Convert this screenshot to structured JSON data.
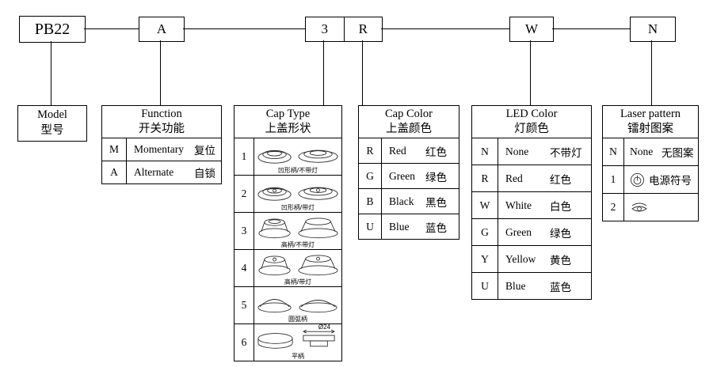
{
  "code_boxes": {
    "model": "PB22",
    "function": "A",
    "cap_type": "3",
    "cap_color": "R",
    "led_color": "W",
    "laser": "N"
  },
  "model_box": {
    "title_en": "Model",
    "title_zh": "型号"
  },
  "function_table": {
    "title_en": "Function",
    "title_zh": "开关功能",
    "rows": [
      {
        "code": "M",
        "desc_en": "Momentary",
        "desc_zh": "复位"
      },
      {
        "code": "A",
        "desc_en": "Alternate",
        "desc_zh": "自锁"
      }
    ]
  },
  "cap_type_table": {
    "title_en": "Cap Type",
    "title_zh": "上盖形状",
    "rows": [
      {
        "code": "1",
        "caption": "凹形柄/不带灯"
      },
      {
        "code": "2",
        "caption": "凹形柄/带灯"
      },
      {
        "code": "3",
        "caption": "高柄/不带灯"
      },
      {
        "code": "4",
        "caption": "高柄/带灯"
      },
      {
        "code": "5",
        "caption": "圆弧柄"
      },
      {
        "code": "6",
        "caption": "平柄",
        "dimension": "Ø24"
      }
    ]
  },
  "cap_color_table": {
    "title_en": "Cap Color",
    "title_zh": "上盖颜色",
    "rows": [
      {
        "code": "R",
        "desc_en": "Red",
        "desc_zh": "红色"
      },
      {
        "code": "G",
        "desc_en": "Green",
        "desc_zh": "绿色"
      },
      {
        "code": "B",
        "desc_en": "Black",
        "desc_zh": "黑色"
      },
      {
        "code": "U",
        "desc_en": "Blue",
        "desc_zh": "蓝色"
      }
    ]
  },
  "led_color_table": {
    "title_en": "LED Color",
    "title_zh": "灯颜色",
    "rows": [
      {
        "code": "N",
        "desc_en": "None",
        "desc_zh": "不带灯"
      },
      {
        "code": "R",
        "desc_en": "Red",
        "desc_zh": "红色"
      },
      {
        "code": "W",
        "desc_en": "White",
        "desc_zh": "白色"
      },
      {
        "code": "G",
        "desc_en": "Green",
        "desc_zh": "绿色"
      },
      {
        "code": "Y",
        "desc_en": "Yellow",
        "desc_zh": "黄色"
      },
      {
        "code": "U",
        "desc_en": "Blue",
        "desc_zh": "蓝色"
      }
    ]
  },
  "laser_table": {
    "title_en": "Laser pattern",
    "title_zh": "镭射图案",
    "rows": [
      {
        "code": "N",
        "desc_en": "None",
        "desc_zh": "无图案",
        "icon": "none"
      },
      {
        "code": "1",
        "desc_en": "",
        "desc_zh": "电源符号",
        "icon": "power-icon"
      },
      {
        "code": "2",
        "desc_en": "",
        "desc_zh": "",
        "icon": "eye-icon"
      }
    ]
  }
}
